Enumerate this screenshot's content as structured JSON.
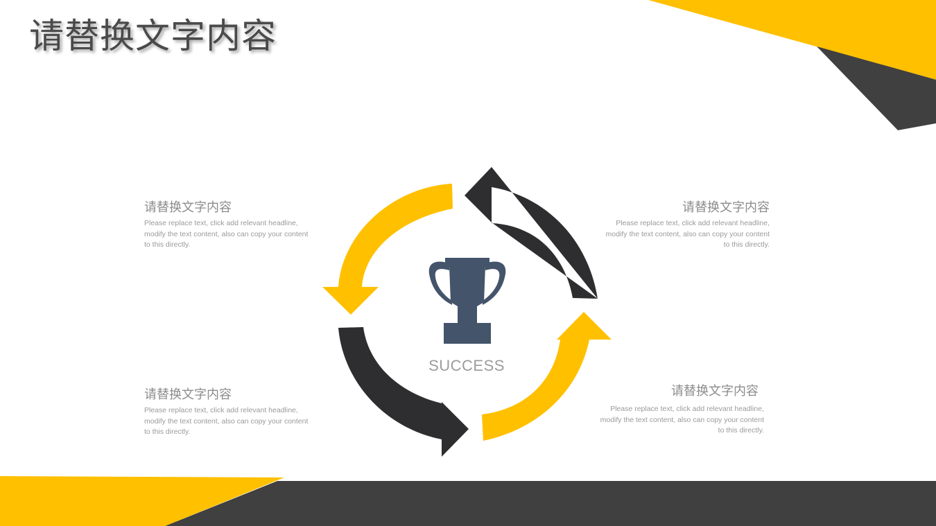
{
  "title": "请替换文字内容",
  "center_label": "SUCCESS",
  "blocks": [
    {
      "heading": "请替换文字内容",
      "body": "Please replace text, click add relevant headline, modify the text content, also can copy your content to this directly."
    },
    {
      "heading": "请替换文字内容",
      "body": "Please replace text, click add relevant headline, modify the text content, also can copy your content to this directly."
    },
    {
      "heading": "请替换文字内容",
      "body": "Please replace text, click add relevant headline, modify the text content, also can copy your content to this directly."
    },
    {
      "heading": "请替换文字内容",
      "body": "Please replace text, click add relevant headline, modify the text content, also can copy your content to this directly."
    }
  ],
  "icons": {
    "center": "trophy-icon"
  },
  "colors": {
    "accent_yellow": "#FFC000",
    "dark": "#2E2E30",
    "band_dark": "#404040",
    "trophy": "#44546A",
    "title": "#4A4A4A",
    "text_gray": "#9A9A9A"
  }
}
